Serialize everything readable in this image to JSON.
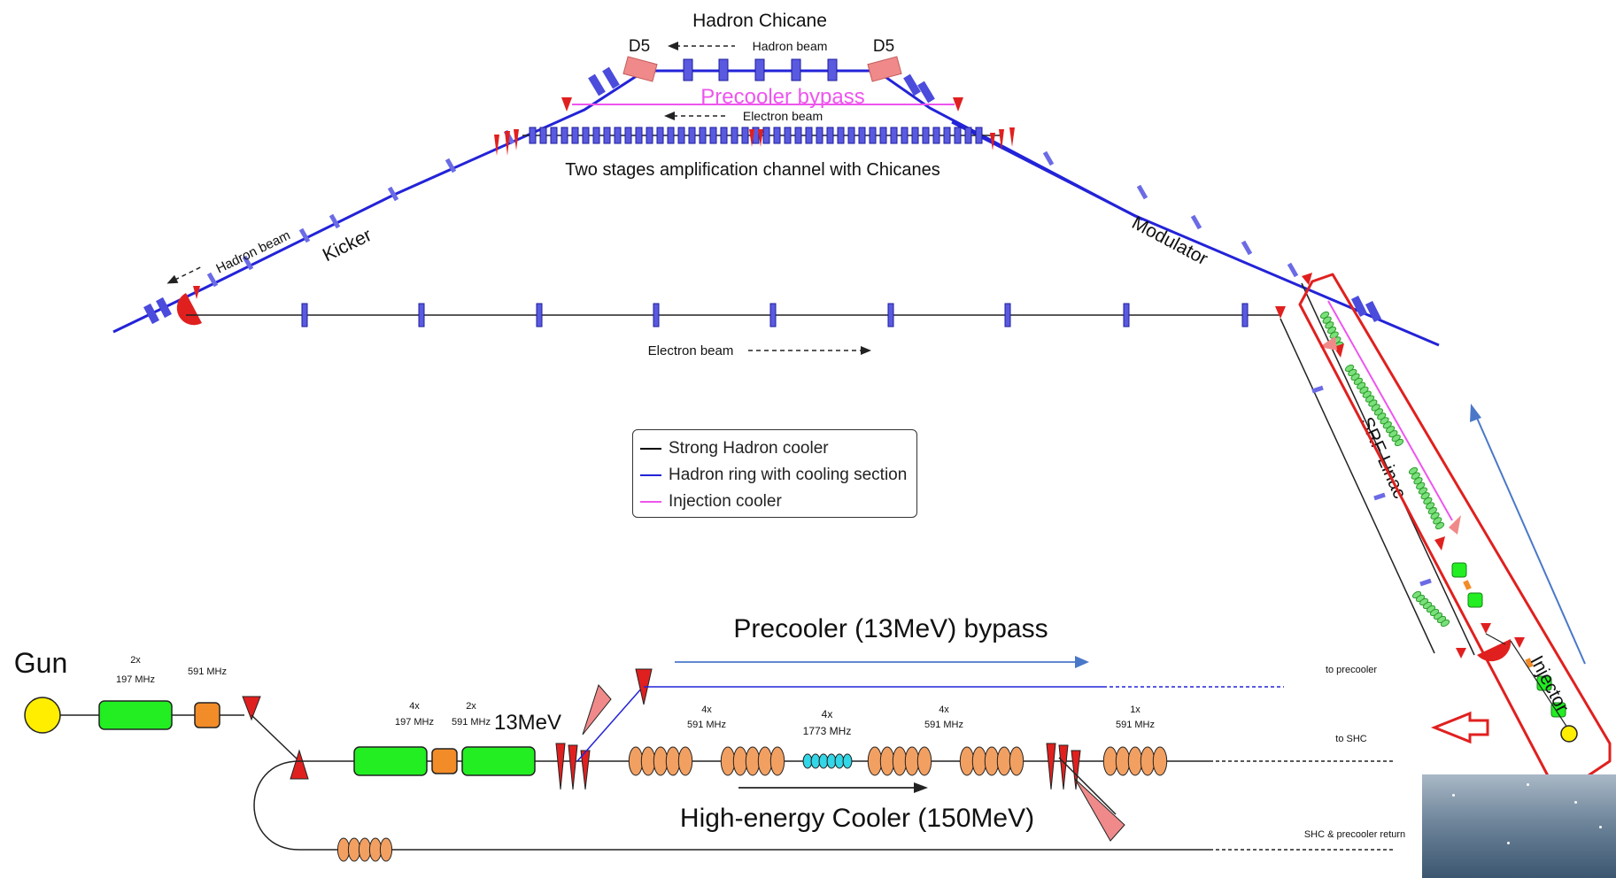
{
  "top_diagram": {
    "title": "Hadron Chicane",
    "d5_left": "D5",
    "d5_right": "D5",
    "hadron_beam_top": "Hadron beam",
    "precooler_bypass": "Precooler bypass",
    "electron_beam_top": "Electron beam",
    "amplification": "Two stages amplification channel with Chicanes",
    "kicker": "Kicker",
    "hadron_beam_left": "Hadron beam",
    "modulator": "Modulator",
    "electron_beam_bottom": "Electron beam",
    "srf_linac": "SRF Linac",
    "injector": "Injector"
  },
  "legend": {
    "items": [
      {
        "label": "Strong Hadron cooler",
        "color": "#000000"
      },
      {
        "label": "Hadron ring with cooling section",
        "color": "#2323d8"
      },
      {
        "label": "Injection cooler",
        "color": "#ee55ee"
      }
    ]
  },
  "bottom_diagram": {
    "gun": "Gun",
    "cav1_count": "2x",
    "cav1_freq": "197 MHz",
    "cav2_freq": "591 MHz",
    "cav3_count": "4x",
    "cav3_freq": "197 MHz",
    "cav4_count": "2x",
    "cav4_freq": "591 MHz",
    "energy_13": "13MeV",
    "precooler_bypass": "Precooler (13MeV) bypass",
    "to_precooler": "to precooler",
    "linac1_count": "4x",
    "linac1_freq": "591 MHz",
    "harm_count": "4x",
    "harm_freq": "1773 MHz",
    "linac2_count": "4x",
    "linac2_freq": "591 MHz",
    "linac3_count": "1x",
    "linac3_freq": "591 MHz",
    "to_shc": "to SHC",
    "high_energy": "High-energy Cooler (150MeV)",
    "return": "SHC & precooler return"
  },
  "colors": {
    "hadron_ring": "#2323d8",
    "magnet": "#5a5ae0",
    "dipole": "#e0201f",
    "injection": "#ee55ee",
    "cavity_green": "#22ee22",
    "cavity_orange": "#f2a062",
    "harmonic": "#33d6e6",
    "gun": "#ffee00",
    "arrow_blue": "#4a78c8"
  }
}
